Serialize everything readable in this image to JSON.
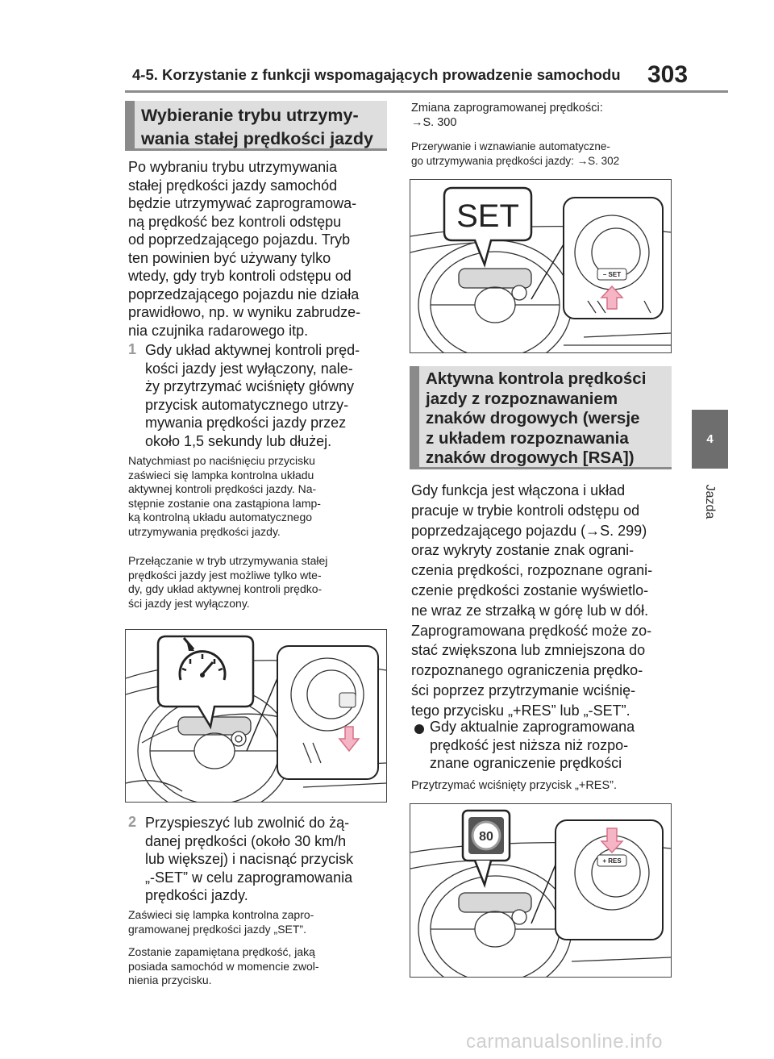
{
  "header": {
    "title": "4-5. Korzystanie z funkcji wspomagających prowadzenie samochodu",
    "page_number": "303"
  },
  "side_tab": {
    "number": "4",
    "label": "Jazda"
  },
  "left": {
    "heading": [
      "Wybieranie trybu utrzymy-",
      "wania stałej prędkości jazdy"
    ],
    "intro": [
      "Po wybraniu trybu utrzymywania",
      "stałej prędkości jazdy samochód",
      "będzie utrzymywać zaprogramowa-",
      "ną prędkość bez kontroli odstępu",
      "od poprzedzającego pojazdu. Tryb",
      "ten powinien być używany tylko",
      "wtedy, gdy tryb kontroli odstępu od",
      "poprzedzającego pojazdu nie działa",
      "prawidłowo, np. w wyniku zabrudze-",
      "nia czujnika radarowego itp."
    ],
    "step1_num": "1",
    "step1": [
      "Gdy układ aktywnej kontroli pręd-",
      "kości jazdy jest wyłączony, nale-",
      "ży przytrzymać wciśnięty główny",
      "przycisk automatycznego utrzy-",
      "mywania prędkości jazdy przez",
      "około 1,5 sekundy lub dłużej."
    ],
    "note1": [
      "Natychmiast po naciśnięciu przycisku",
      "zaświeci się lampka kontrolna układu",
      "aktywnej kontroli prędkości jazdy. Na-",
      "stępnie zostanie ona zastąpiona lamp-",
      "ką kontrolną układu automatycznego",
      "utrzymywania prędkości jazdy."
    ],
    "note2": [
      "Przełączanie w tryb utrzymywania stałej",
      "prędkości jazdy jest możliwe tylko wte-",
      "dy, gdy układ aktywnej kontroli prędko-",
      "ści jazdy jest wyłączony."
    ],
    "step2_num": "2",
    "step2": [
      "Przyspieszyć lub zwolnić do żą-",
      "danej prędkości (około 30 km/h",
      "lub większej) i nacisnąć przycisk",
      "„-SET” w celu zaprogramowania",
      "prędkości jazdy."
    ],
    "note3": [
      "Zaświeci się lampka kontrolna zapro-",
      "gramowanej prędkości jazdy „SET”."
    ],
    "note4": [
      "Zostanie zapamiętana prędkość, jaką",
      "posiada samochód w momencie zwol-",
      "nienia przycisku."
    ]
  },
  "right": {
    "ref1": [
      "Zmiana zaprogramowanej prędkości:",
      "→S. 300"
    ],
    "ref2": [
      "Przerywanie i wznawianie automatyczne-",
      "go utrzymywania prędkości jazdy: →S. 302"
    ],
    "figure1": {
      "callout": "SET",
      "button_label": "– SET"
    },
    "heading": [
      "Aktywna kontrola prędkości",
      "jazdy z rozpoznawaniem",
      "znaków drogowych (wersje",
      "z układem rozpoznawania",
      "znaków drogowych [RSA])"
    ],
    "body": [
      "Gdy funkcja jest włączona i układ",
      "pracuje w trybie kontroli odstępu od",
      "poprzedzającego pojazdu (→S. 299)",
      "oraz wykryty zostanie znak ograni-",
      "czenia prędkości, rozpoznane ograni-",
      "czenie prędkości zostanie wyświetlo-",
      "ne wraz ze strzałką w górę lub w dół.",
      "Zaprogramowana prędkość może zo-",
      "stać zwiększona lub zmniejszona do",
      "rozpoznanego ograniczenia prędko-",
      "ści poprzez przytrzymanie wciśnię-",
      "tego przycisku „+RES” lub „-SET”."
    ],
    "bullet": [
      "Gdy aktualnie zaprogramowana",
      "prędkość jest niższa niż rozpo-",
      "znane ograniczenie prędkości"
    ],
    "bullet_note": "Przytrzymać wciśnięty przycisk „+RES”.",
    "figure2": {
      "sign_value": "80",
      "button_label": "+ RES"
    }
  },
  "watermark": "carmanualsonline.info"
}
